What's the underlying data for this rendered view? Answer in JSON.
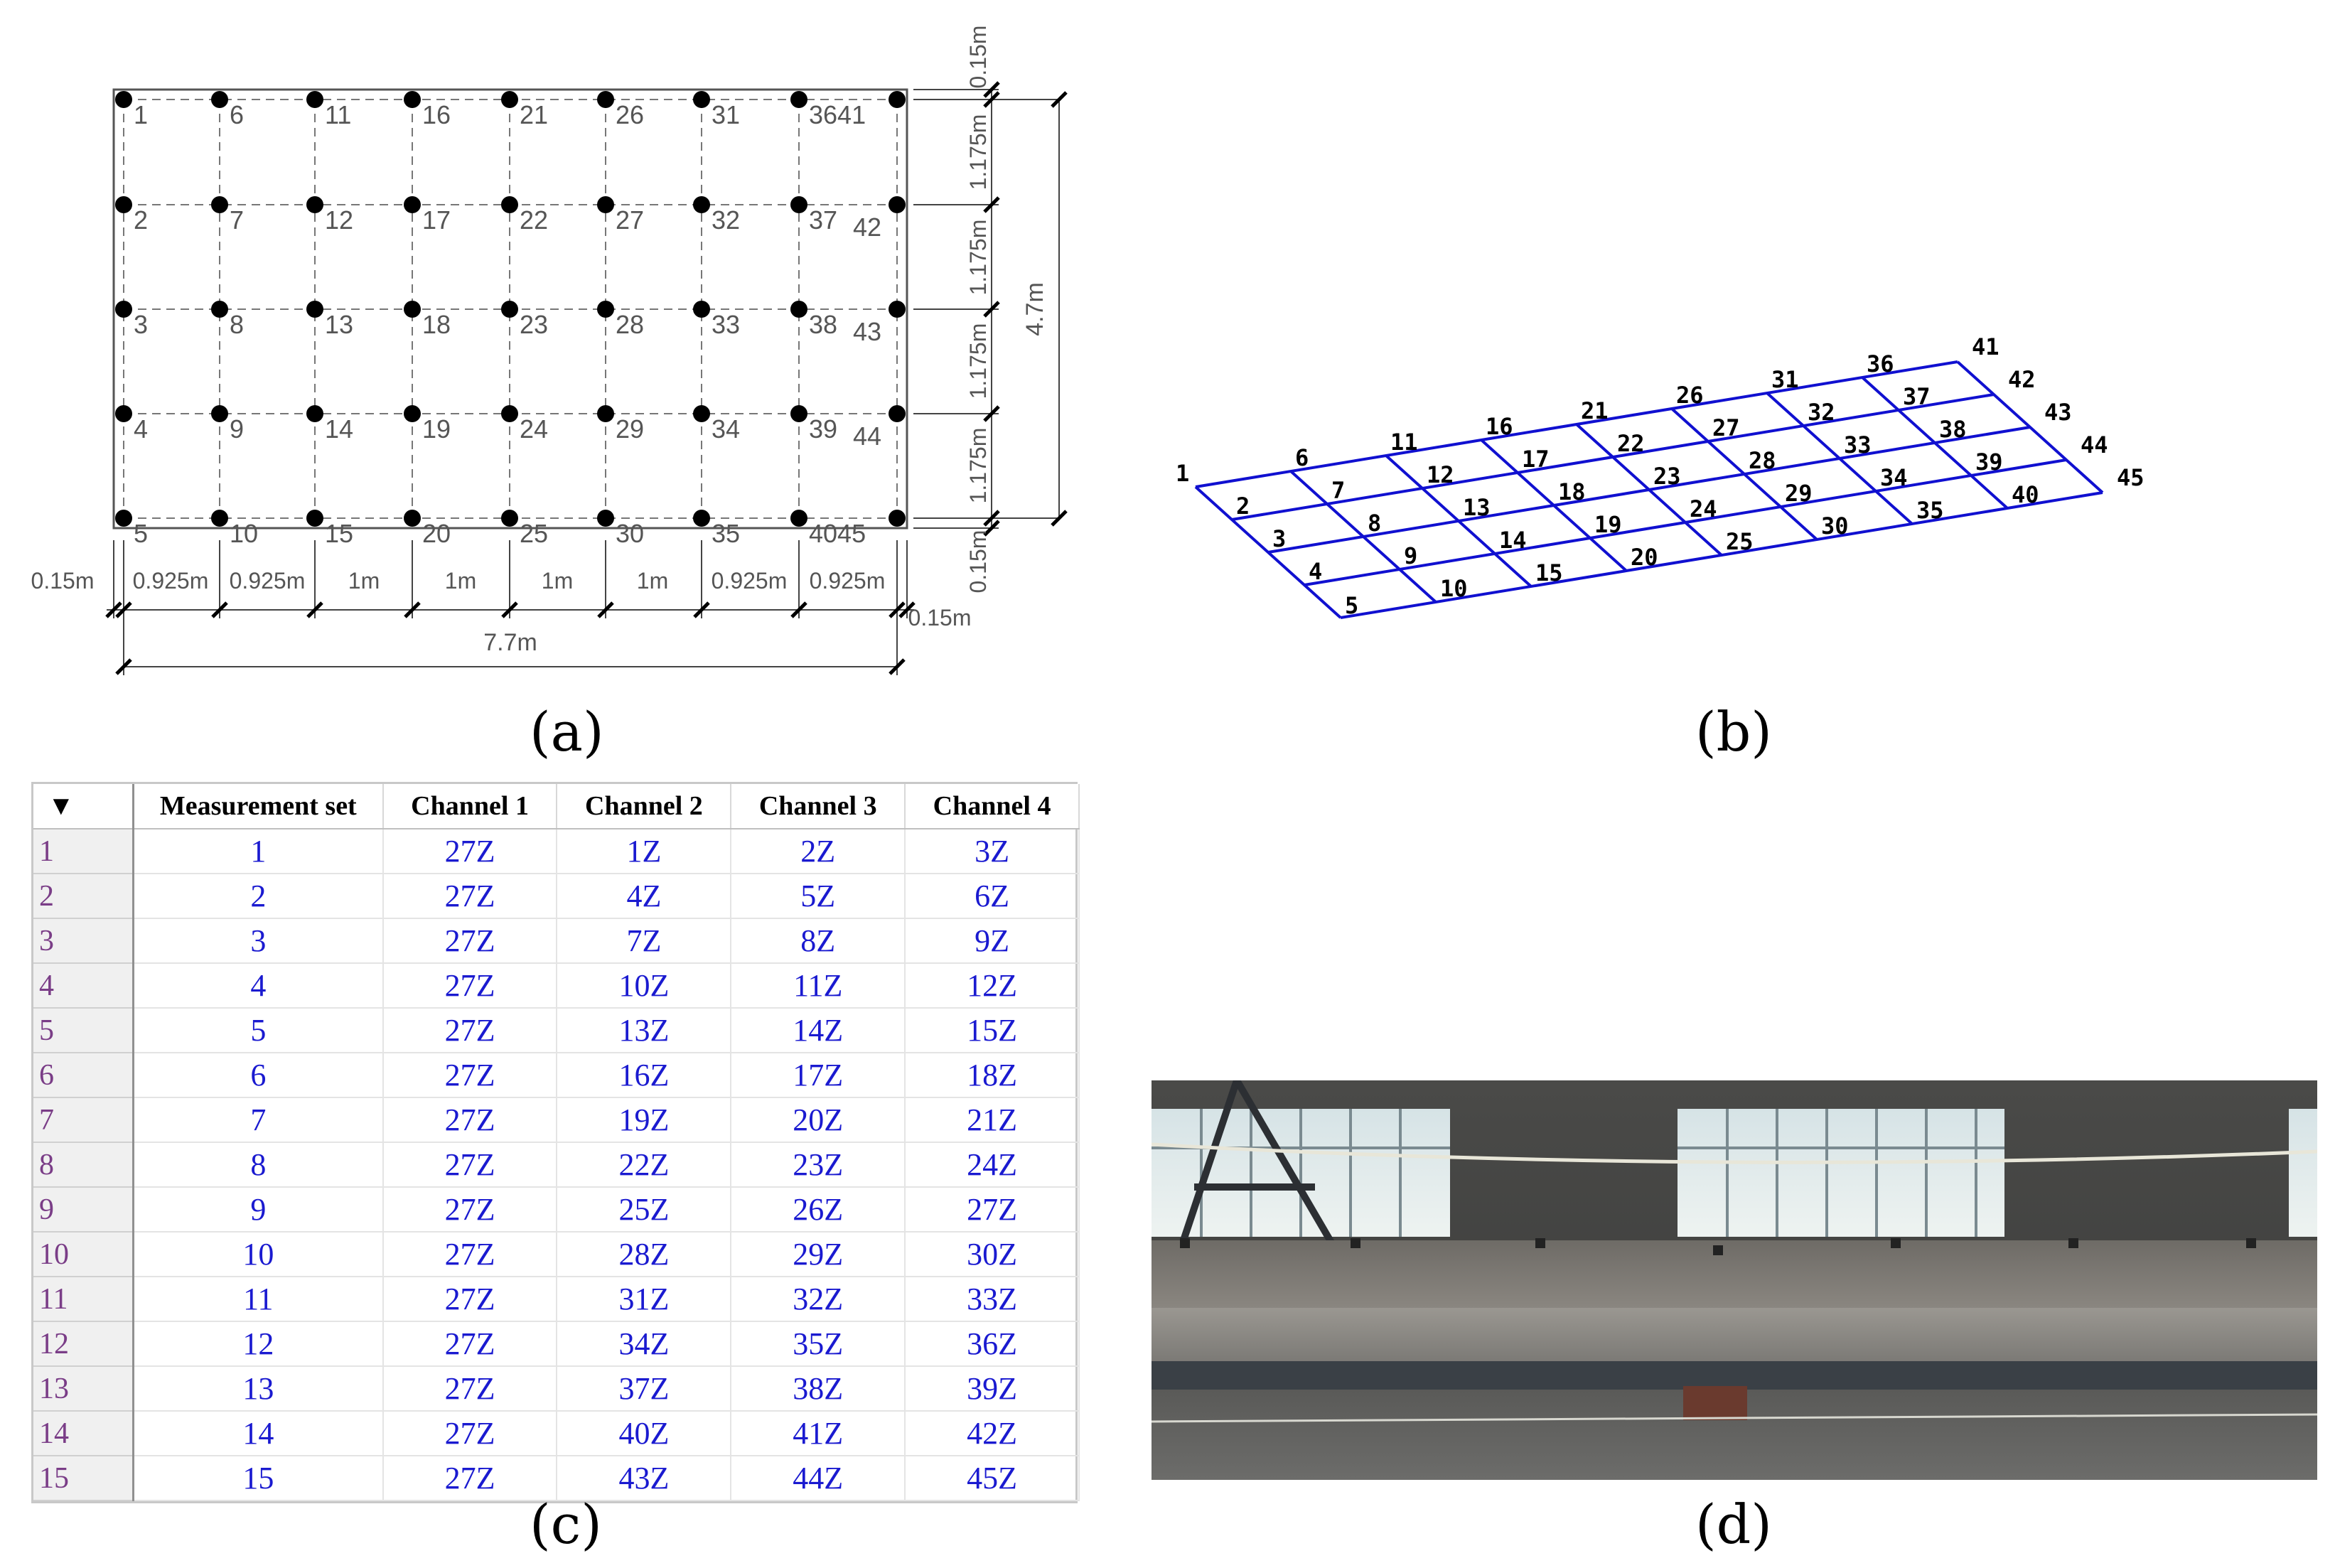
{
  "captions": {
    "a": "(a)",
    "b": "(b)",
    "c": "(c)",
    "d": "(d)"
  },
  "plan": {
    "node_labels_top_row": [
      "1",
      "6",
      "11",
      "16",
      "21",
      "26",
      "31",
      "3641"
    ],
    "node_labels_row2": [
      "2",
      "7",
      "12",
      "17",
      "22",
      "27",
      "32",
      "37"
    ],
    "node_labels_row3": [
      "3",
      "8",
      "13",
      "18",
      "23",
      "28",
      "33",
      "38"
    ],
    "node_labels_row4": [
      "4",
      "9",
      "14",
      "19",
      "24",
      "29",
      "34",
      "39"
    ],
    "node_labels_row5": [
      "5",
      "10",
      "15",
      "20",
      "25",
      "30",
      "35",
      "4045"
    ],
    "node_labels_right": [
      "42",
      "43",
      "44"
    ],
    "bottom_spans": [
      "0.15m",
      "0.925m",
      "0.925m",
      "1m",
      "1m",
      "1m",
      "1m",
      "0.925m",
      "0.925m",
      "0.15m"
    ],
    "total_length": "7.7m",
    "right_spans": [
      "0.15m",
      "1.175m",
      "1.175m",
      "1.175m",
      "1.175m",
      "0.15m"
    ],
    "total_width": "4.7m"
  },
  "model3d": {
    "labels": [
      "1",
      "2",
      "3",
      "4",
      "5",
      "6",
      "7",
      "8",
      "9",
      "10",
      "11",
      "12",
      "13",
      "14",
      "15",
      "16",
      "17",
      "18",
      "19",
      "20",
      "21",
      "22",
      "23",
      "24",
      "25",
      "26",
      "27",
      "28",
      "29",
      "30",
      "31",
      "32",
      "33",
      "34",
      "35",
      "36",
      "37",
      "38",
      "39",
      "40",
      "41",
      "42",
      "43",
      "44",
      "45"
    ],
    "line_color": "#1010d0"
  },
  "table": {
    "corner_symbol": "▼",
    "headers": [
      "Measurement set",
      "Channel 1",
      "Channel 2",
      "Channel 3",
      "Channel 4"
    ],
    "rows": [
      [
        "1",
        "1",
        "27Z",
        "1Z",
        "2Z",
        "3Z"
      ],
      [
        "2",
        "2",
        "27Z",
        "4Z",
        "5Z",
        "6Z"
      ],
      [
        "3",
        "3",
        "27Z",
        "7Z",
        "8Z",
        "9Z"
      ],
      [
        "4",
        "4",
        "27Z",
        "10Z",
        "11Z",
        "12Z"
      ],
      [
        "5",
        "5",
        "27Z",
        "13Z",
        "14Z",
        "15Z"
      ],
      [
        "6",
        "6",
        "27Z",
        "16Z",
        "17Z",
        "18Z"
      ],
      [
        "7",
        "7",
        "27Z",
        "19Z",
        "20Z",
        "21Z"
      ],
      [
        "8",
        "8",
        "27Z",
        "22Z",
        "23Z",
        "24Z"
      ],
      [
        "9",
        "9",
        "27Z",
        "25Z",
        "26Z",
        "27Z"
      ],
      [
        "10",
        "10",
        "27Z",
        "28Z",
        "29Z",
        "30Z"
      ],
      [
        "11",
        "11",
        "27Z",
        "31Z",
        "32Z",
        "33Z"
      ],
      [
        "12",
        "12",
        "27Z",
        "34Z",
        "35Z",
        "36Z"
      ],
      [
        "13",
        "13",
        "27Z",
        "37Z",
        "38Z",
        "39Z"
      ],
      [
        "14",
        "14",
        "27Z",
        "40Z",
        "41Z",
        "42Z"
      ],
      [
        "15",
        "15",
        "27Z",
        "43Z",
        "44Z",
        "45Z"
      ]
    ]
  }
}
